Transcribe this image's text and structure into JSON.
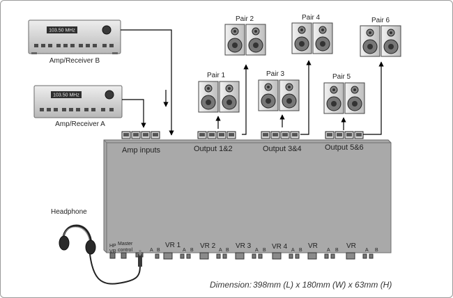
{
  "receivers": [
    {
      "caption": "Amp/Receiver  B",
      "display": "103.50 MHz"
    },
    {
      "caption": "Amp/Receiver  A",
      "display": "103.50 MHz"
    }
  ],
  "speaker_pairs": [
    {
      "label": "Pair 1"
    },
    {
      "label": "Pair 2"
    },
    {
      "label": "Pair 3"
    },
    {
      "label": "Pair 4"
    },
    {
      "label": "Pair  5"
    },
    {
      "label": "Pair  6"
    }
  ],
  "connector_groups": {
    "amp_inputs": "Amp inputs",
    "out_12": "Output 1&2",
    "out_34": "Output 3&4",
    "out_56": "Output 5&6"
  },
  "front_panel": {
    "hp_vr": [
      "HP",
      "VR"
    ],
    "master": [
      "Master",
      "control"
    ],
    "vr_labels": [
      "VR 1",
      "VR 2",
      "VR 3",
      "VR 4",
      "VR",
      "VR"
    ],
    "a": "A",
    "b": "B"
  },
  "headphone_label": "Headphone",
  "dimension": {
    "label": "Dimension:",
    "value": "398mm (L) x 180mm (W) x 63mm (H)"
  }
}
